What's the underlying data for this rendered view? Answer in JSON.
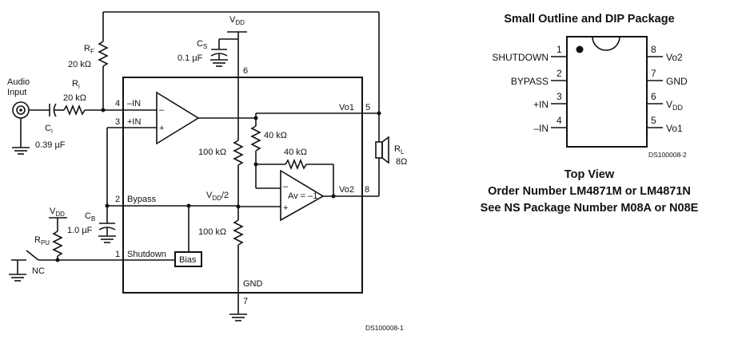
{
  "schematic": {
    "supply": "V",
    "supply_sub": "DD",
    "cs_name": "C",
    "cs_sub": "S",
    "cs_value": "0.1 µF",
    "pin6": "6",
    "rf_name": "R",
    "rf_sub": "F",
    "rf_value": "20 kΩ",
    "audio_input": [
      "Audio",
      "Input"
    ],
    "ri_name": "R",
    "ri_sub": "i",
    "ri_value": "20 kΩ",
    "ci_name": "C",
    "ci_sub": "i",
    "ci_value": "0.39 µF",
    "pin4": "4",
    "minus_in": "–IN",
    "pin3": "3",
    "plus_in": "+IN",
    "opamp_minus": "–",
    "opamp_plus": "+",
    "vo1": "Vo1",
    "pin5": "5",
    "r40a": "40 kΩ",
    "r40b": "40 kΩ",
    "r100a": "100 kΩ",
    "r100b": "100 kΩ",
    "av": "Av = –1",
    "vo2": "Vo2",
    "pin8": "8",
    "rl_name": "R",
    "rl_sub": "L",
    "rl_value": "8Ω",
    "vdd_half": "V",
    "vdd_half_sub": "DD",
    "vdd_half_tail": "/2",
    "pin2": "2",
    "bypass": "Bypass",
    "cb_name": "C",
    "cb_sub": "B",
    "cb_value": "1.0 µF",
    "vdd2": "V",
    "vdd2_sub": "DD",
    "rpu_name": "R",
    "rpu_sub": "PU",
    "nc": "NC",
    "pin1": "1",
    "shutdown": "Shutdown",
    "bias": "Bias",
    "gnd": "GND",
    "pin7": "7",
    "ref1": "DS100008-1"
  },
  "package": {
    "title": "Small Outline and DIP Package",
    "left_pins": [
      {
        "num": "1",
        "label": "SHUTDOWN"
      },
      {
        "num": "2",
        "label": "BYPASS"
      },
      {
        "num": "3",
        "label": "+IN"
      },
      {
        "num": "4",
        "label": "–IN"
      }
    ],
    "right_pins": [
      {
        "num": "8",
        "label": "Vo2",
        "sub": ""
      },
      {
        "num": "7",
        "label": "GND",
        "sub": ""
      },
      {
        "num": "6",
        "label": "V",
        "sub": "DD"
      },
      {
        "num": "5",
        "label": "Vo1",
        "sub": ""
      }
    ],
    "ref": "DS100008-2",
    "caption": [
      "Top View",
      "Order Number LM4871M or LM4871N",
      "See NS Package Number M08A or N08E"
    ]
  }
}
